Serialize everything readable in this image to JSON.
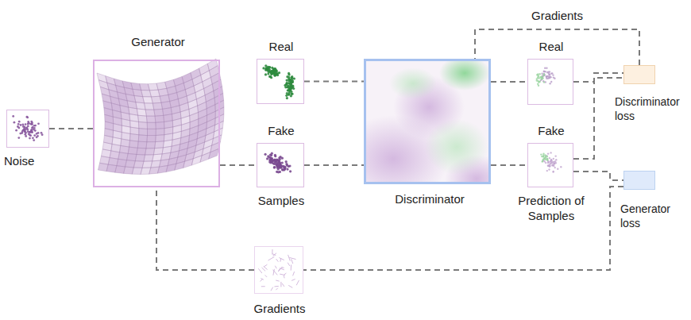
{
  "diagram": {
    "nodes": [
      {
        "text": [
          "Noise"
        ]
      },
      {
        "text": [
          "Generator"
        ]
      },
      {
        "text": [
          "Real"
        ]
      },
      {
        "text": [
          "Fake",
          "Samples"
        ]
      },
      {
        "text": [
          "Discriminator"
        ]
      },
      {
        "text": [
          "Real"
        ]
      },
      {
        "text": [
          "Fake",
          "Prediction of Samples"
        ]
      },
      {
        "text": [
          "Discriminator loss"
        ]
      },
      {
        "text": [
          "Generator loss"
        ]
      },
      {
        "text": [
          "Gradients"
        ]
      }
    ],
    "edges": [
      {
        "from": 0,
        "to": 1,
        "arrow": "none"
      },
      {
        "from": 1,
        "to": 3,
        "arrow": "none"
      },
      {
        "from": 2,
        "to": 4,
        "arrow": "none"
      },
      {
        "from": 3,
        "to": 4,
        "arrow": "none"
      },
      {
        "from": 4,
        "to": 5,
        "arrow": "none"
      },
      {
        "from": 4,
        "to": 6,
        "arrow": "none"
      },
      {
        "from": 5,
        "to": 7,
        "arrow": "none"
      },
      {
        "from": 6,
        "to": 7,
        "arrow": "none"
      },
      {
        "from": 6,
        "to": 8,
        "arrow": "none"
      },
      {
        "from": 8,
        "to": 9,
        "arrow": "none"
      },
      {
        "from": 9,
        "to": 1,
        "arrow": "none"
      },
      {
        "from": 7,
        "to": 4,
        "label": "Gradients",
        "arrow": "none"
      }
    ]
  }
}
